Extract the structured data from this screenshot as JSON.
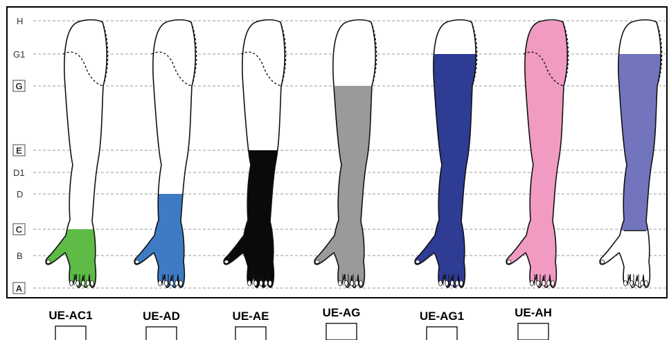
{
  "levels": [
    {
      "key": "H",
      "label": "H",
      "boxed": false
    },
    {
      "key": "G1",
      "label": "G1",
      "boxed": false
    },
    {
      "key": "G",
      "label": "G",
      "boxed": true
    },
    {
      "key": "E",
      "label": "E",
      "boxed": true
    },
    {
      "key": "D1",
      "label": "D1",
      "boxed": false
    },
    {
      "key": "D",
      "label": "D",
      "boxed": false
    },
    {
      "key": "C",
      "label": "C",
      "boxed": true
    },
    {
      "key": "B",
      "label": "B",
      "boxed": false
    },
    {
      "key": "A",
      "label": "A",
      "boxed": true
    }
  ],
  "arms": [
    {
      "code": "UE-AC1",
      "color": "#5dbb46",
      "from": "C",
      "hand": "covered",
      "shoulder_curve": true
    },
    {
      "code": "UE-AD",
      "color": "#3d7cc4",
      "from": "D",
      "hand": "covered",
      "shoulder_curve": true
    },
    {
      "code": "UE-AE",
      "color": "#0a0a0a",
      "from": "E",
      "hand": "covered",
      "shoulder_curve": true
    },
    {
      "code": "UE-AG",
      "color": "#9a9a9a",
      "from": "G",
      "hand": "covered",
      "shoulder_curve": false
    },
    {
      "code": "UE-AG1",
      "color": "#2e3c94",
      "from": "G1",
      "hand": "covered",
      "shoulder_curve": false
    },
    {
      "code": "UE-AH",
      "color": "#f19bc3",
      "from": "H",
      "hand": "covered",
      "shoulder_curve": true
    },
    {
      "code": "",
      "color": "#7274bd",
      "from": "G1",
      "hand": "uncovered",
      "shoulder_curve": false
    }
  ]
}
